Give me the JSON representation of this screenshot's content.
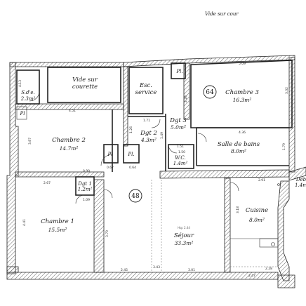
{
  "header": {
    "vide_sur_cour": "Vide sur cour"
  },
  "units": {
    "u64": "64",
    "u48": "48"
  },
  "rooms": {
    "sde": {
      "name": "S.d'e.",
      "area": "2.3m²"
    },
    "vide_courette": {
      "line1": "Vide sur",
      "line2": "courette"
    },
    "esc_service": {
      "line1": "Esc.",
      "line2": "service"
    },
    "pl_top": {
      "name": "Pl."
    },
    "pl_left": {
      "name": "Pl"
    },
    "chambre3": {
      "name": "Chambre 3",
      "area": "16.3m²"
    },
    "chambre2": {
      "name": "Chambre 2",
      "area": "14.7m²"
    },
    "dgt3": {
      "name": "Dgt 3",
      "area": "5.0m²"
    },
    "dgt2": {
      "name": "Dgt 2",
      "area": "4.3m²"
    },
    "salle_bains": {
      "name": "Salle de bains",
      "area": "8.0m²"
    },
    "pl_mid1": {
      "name": "Pl"
    },
    "pl_mid2": {
      "name": "Pl."
    },
    "wc": {
      "name": "W.C.",
      "area": "1.4m²"
    },
    "dgt1": {
      "name": "Dgt 1",
      "area": "1.2m²"
    },
    "chambre1": {
      "name": "Chambre 1",
      "area": "15.5m²"
    },
    "sejour": {
      "name": "Séjour",
      "area": "33.3m²",
      "note": "Hsp 2.44"
    },
    "cuisine": {
      "name": "Cuisine",
      "area": "8.0m²"
    },
    "deb": {
      "name": "Déb",
      "area": "1.4m"
    }
  },
  "dims": {
    "d_413": "4.13",
    "d_451": "4.51",
    "d_509": "5.09",
    "d_332": "3.32",
    "d_226": "2.26",
    "d_171": "1.71",
    "d_126": "1.26",
    "d_149": "1.49",
    "d_436": "4.36",
    "d_179": "1.79",
    "d_151": "1.51",
    "d_150": "1.50",
    "d_387": "3.87",
    "d_067": "0.67",
    "d_064": "0.64",
    "d_090": "0.90",
    "d_109": "1.09",
    "d_267": "2.67",
    "d_441": "4.41",
    "d_379": "3.79",
    "d_245": "2.45",
    "d_343": "3.43",
    "d_301": "3.01",
    "d_247": "2.47",
    "d_291": "2.91",
    "d_318": "3.18",
    "d_228": "2.28"
  }
}
